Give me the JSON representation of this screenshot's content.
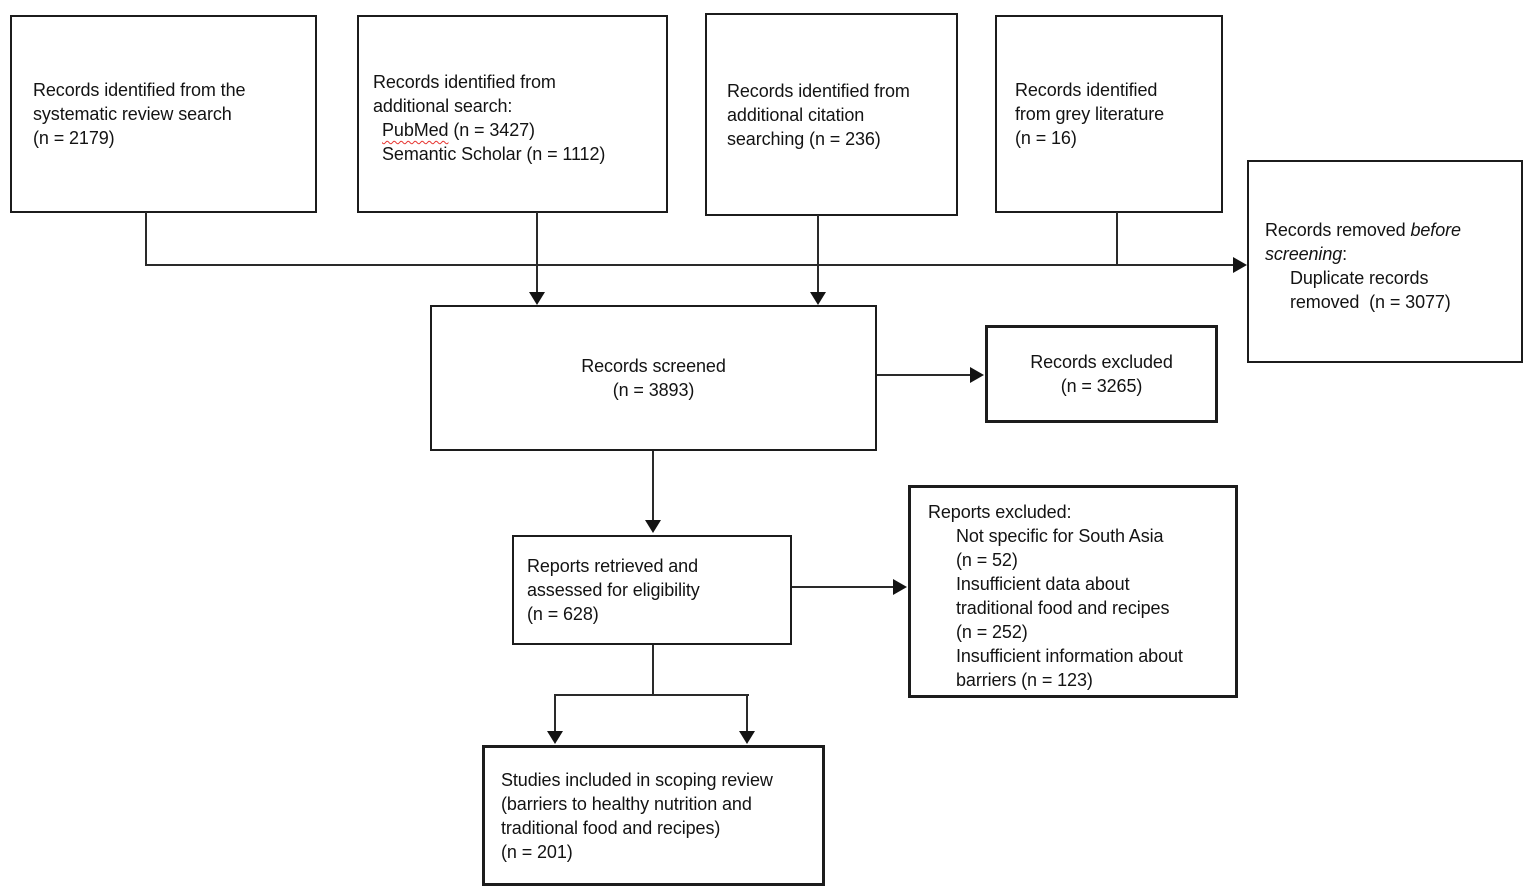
{
  "diagram_type": "prisma-flow-diagram",
  "colors": {
    "background": "#ffffff",
    "box_border": "#1c1c1c",
    "text": "#131313",
    "connector": "#2a2a2a",
    "spellcheck_underline": "#e6322e"
  },
  "boxes": {
    "systematic": {
      "lines": [
        "Records identified from the",
        "systematic review search",
        "(n = 2179)"
      ]
    },
    "additional_search": {
      "lines": [
        "Records identified from",
        "additional search:"
      ],
      "pubmed_label": "PubMed",
      "pubmed_count": " (n = 3427)",
      "semantic_scholar": "Semantic Scholar (n = 1112)"
    },
    "citation": {
      "lines": [
        "Records identified from",
        "additional citation",
        "searching (n = 236)"
      ]
    },
    "grey_literature": {
      "lines": [
        "Records identified",
        "from grey literature",
        "(n = 16)"
      ]
    },
    "removed_before_screening": {
      "line1_regular": "Records removed ",
      "line1_italic": "before",
      "line2_italic": "screening",
      "line2_suffix": ":",
      "sub_lines": [
        "Duplicate records",
        "removed  (n = 3077)"
      ]
    },
    "screened": {
      "lines": [
        "Records screened",
        "(n = 3893)"
      ]
    },
    "records_excluded": {
      "lines": [
        "Records excluded",
        "(n = 3265)"
      ]
    },
    "retrieved": {
      "lines": [
        "Reports retrieved and",
        "assessed for eligibility",
        "(n = 628)"
      ]
    },
    "reports_excluded": {
      "heading": "Reports excluded:",
      "sub_lines": [
        "Not specific for South Asia",
        "(n = 52)",
        "Insufficient data about",
        "traditional food and recipes",
        "(n = 252)",
        "Insufficient information about",
        "barriers (n = 123)"
      ]
    },
    "studies_included": {
      "lines": [
        "Studies included in scoping review",
        "(barriers to healthy nutrition and",
        "traditional food and recipes)",
        "(n = 201)"
      ]
    }
  }
}
